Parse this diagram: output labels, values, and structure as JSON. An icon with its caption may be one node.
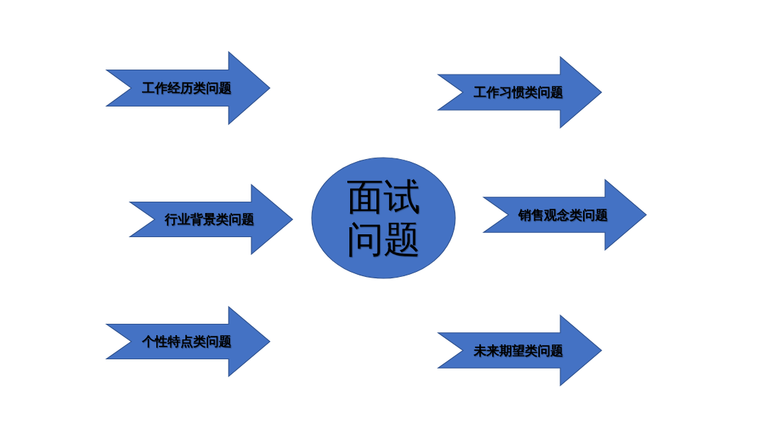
{
  "diagram": {
    "nodes": [
      {
        "text": [
          "工作经历类问题"
        ]
      },
      {
        "text": [
          "工作习惯类问题"
        ]
      },
      {
        "text": [
          "行业背景类问题"
        ]
      },
      {
        "text": [
          "面试问题"
        ]
      },
      {
        "text": [
          "销售观念类问题"
        ]
      },
      {
        "text": [
          "个性特点类问题"
        ]
      },
      {
        "text": [
          "未来期望类问题"
        ]
      }
    ]
  }
}
